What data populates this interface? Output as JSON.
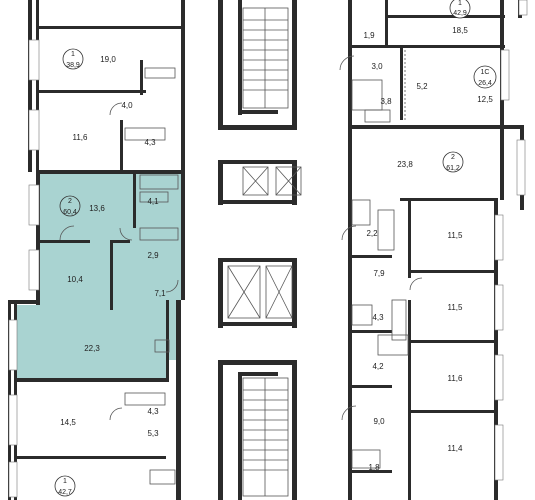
{
  "apartments": [
    {
      "rooms": "1",
      "area": "38,9"
    },
    {
      "rooms": "2",
      "area": "60,4"
    },
    {
      "rooms": "1",
      "area": "42,7"
    },
    {
      "rooms": "1",
      "area": "42,9"
    },
    {
      "rooms": "1С",
      "area": "26,4"
    },
    {
      "rooms": "2",
      "area": "61,2"
    }
  ],
  "rooms": {
    "r19_0": "19,0",
    "r4_0": "4,0",
    "r11_6a": "11,6",
    "r4_3a": "4,3",
    "r13_6": "13,6",
    "r4_1": "4,1",
    "r10_4": "10,4",
    "r2_9": "2,9",
    "r7_1": "7,1",
    "r22_3": "22,3",
    "r14_5": "14,5",
    "r4_3b": "4,3",
    "r5_3": "5,3",
    "r1_9": "1,9",
    "r18_5": "18,5",
    "r3_0": "3,0",
    "r5_2": "5,2",
    "r3_8": "3,8",
    "r12_5": "12,5",
    "r23_8": "23,8",
    "r2_2": "2,2",
    "r11_5a": "11,5",
    "r7_9": "7,9",
    "r11_5b": "11,5",
    "r4_3c": "4,3",
    "r4_2": "4,2",
    "r11_6b": "11,6",
    "r9_0": "9,0",
    "r11_4": "11,4",
    "r1_8": "1,8"
  },
  "colors": {
    "highlight": "#a9d3d1",
    "wall": "#2b2b2b",
    "background": "#ffffff"
  }
}
